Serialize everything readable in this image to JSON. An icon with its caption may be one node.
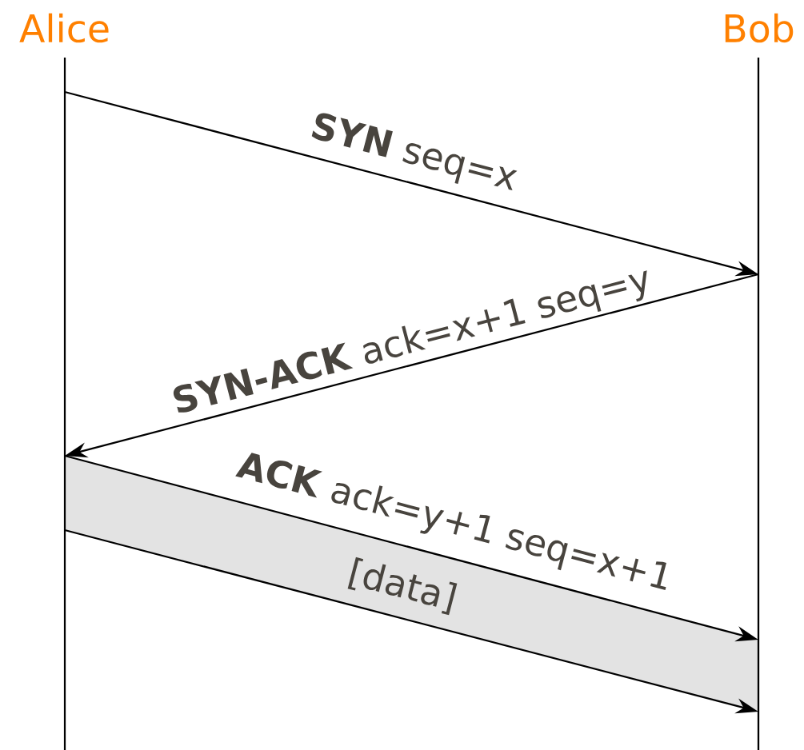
{
  "diagram": {
    "nodes": [
      {
        "text": [
          "Alice"
        ]
      },
      {
        "text": [
          "Bob"
        ]
      }
    ],
    "edges": [
      {
        "from": 0,
        "to": 1,
        "arrow": "to",
        "label": "**SYN** seq=x"
      },
      {
        "from": 1,
        "to": 0,
        "arrow": "to",
        "label": "**SYN-ACK** ack=x+1 seq=y"
      },
      {
        "from": 0,
        "to": 1,
        "arrow": "to",
        "label": "**ACK** ack=y+1 seq=x+1"
      },
      {
        "from": 0,
        "to": 1,
        "arrow": "to",
        "label": "[data]"
      }
    ]
  }
}
